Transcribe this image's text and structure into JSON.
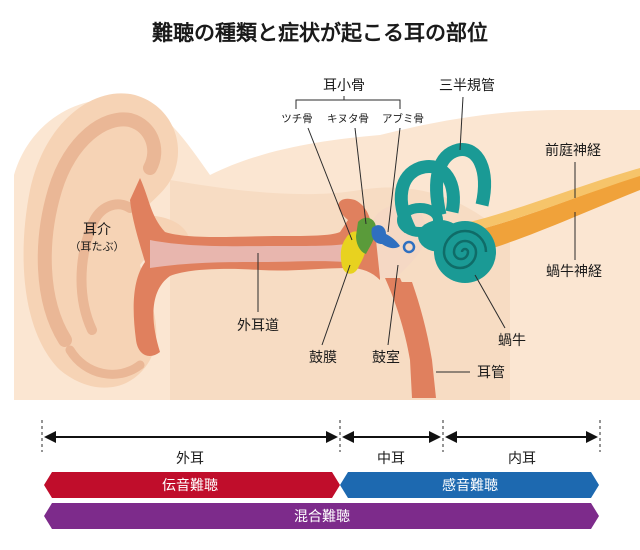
{
  "title": "難聴の種類と症状が起こる耳の部位",
  "labels": {
    "ossicles_group": "耳小骨",
    "malleus": "ツチ骨",
    "incus": "キヌタ骨",
    "stapes": "アブミ骨",
    "semicircular_canals": "三半規管",
    "vestibular_nerve": "前庭神経",
    "cochlear_nerve": "蝸牛神経",
    "auricle": "耳介",
    "auricle_sub": "（耳たぶ）",
    "ear_canal": "外耳道",
    "eardrum": "鼓膜",
    "tympanic_cavity": "鼓室",
    "eustachian_tube": "耳管",
    "cochlea": "蝸牛"
  },
  "sections": {
    "outer": "外耳",
    "middle": "中耳",
    "inner": "内耳"
  },
  "bands": {
    "conductive": {
      "label": "伝音難聴",
      "color": "#c00d2b"
    },
    "sensorineural": {
      "label": "感音難聴",
      "color": "#1d69b0"
    },
    "mixed": {
      "label": "混合難聴",
      "color": "#7d2b8b"
    }
  },
  "colors": {
    "skin_light": "#fbe6d2",
    "skin_mid": "#f1c8a3",
    "canal_wall": "#e0805e",
    "canal_inner": "#e8b6ae",
    "inner_ear": "#1a9a95",
    "malleus": "#e8d21f",
    "incus": "#5a9b3a",
    "stapes": "#2f6fc0",
    "nerve": "#f0a23a"
  }
}
